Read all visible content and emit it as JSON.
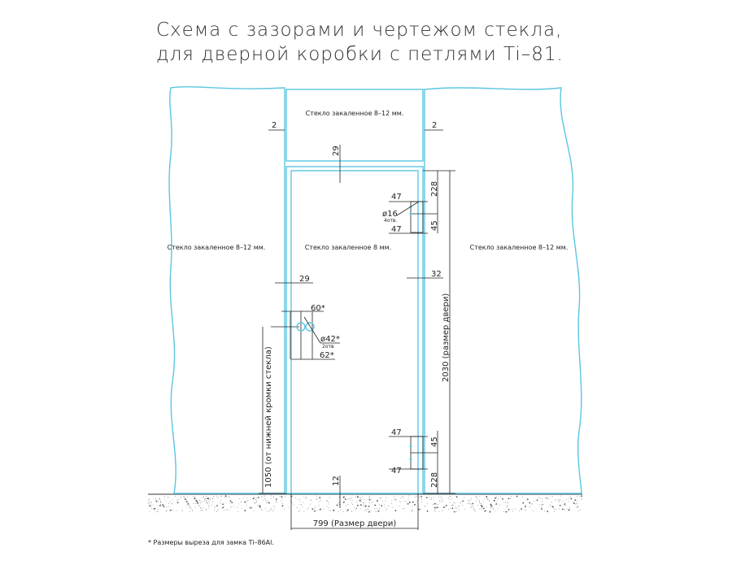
{
  "title": {
    "line1": "Схема с зазорами и чертежом стекла,",
    "line2": "для дверной коробки с петлями Ti–81."
  },
  "labels": {
    "transom_glass": "Стекло закаленное 8–12 мм.",
    "left_glass": "Стекло закаленное 8–12 мм.",
    "door_glass": "Стекло закаленное 8 мм.",
    "right_glass": "Стекло закаленное 8–12 мм."
  },
  "dimensions": {
    "gap_left": "2",
    "gap_right": "2",
    "transom_gap": "29",
    "hinge_top_offset": "228",
    "hinge_top_w1": "47",
    "hinge_hole": "ø16",
    "hinge_hole_count": "4отв.",
    "hinge_top_spacing": "45",
    "hinge_top_w2": "47",
    "lock_side_gap": "29",
    "hinge_side_gap": "32",
    "lock_w1": "60*",
    "lock_hole": "ø42*",
    "lock_hole_count": "2отв",
    "lock_w2": "62*",
    "lock_height": "1050 (от нижней кромки стекла)",
    "door_height": "2030 (размер двери)",
    "hinge_bottom_w1": "47",
    "hinge_bottom_spacing": "45",
    "hinge_bottom_w2": "47",
    "hinge_bottom_offset": "228",
    "floor_gap": "12",
    "door_width": "799 (Размер двери)"
  },
  "footnote": "* Размеры выреза для замка Ti–86Al."
}
